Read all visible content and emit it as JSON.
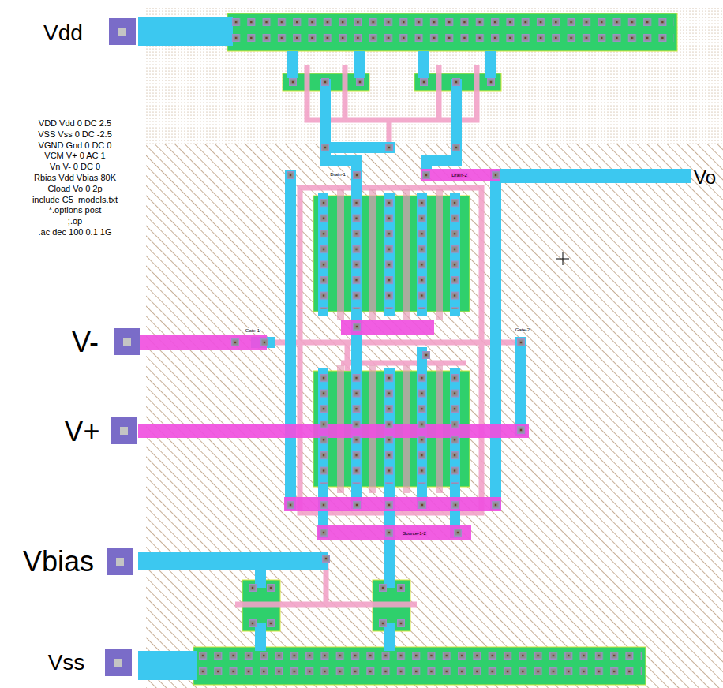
{
  "diagram": {
    "labels": [
      "Vdd",
      "VDD Vdd 0 DC 2.5",
      "VSS Vss 0 DC -2.5",
      "VGND Gnd 0 DC 0",
      "VCM V+ 0 AC 1",
      "Vn V- 0 DC 0",
      "Rbias Vdd Vbias 80K",
      "Cload Vo 0 2p",
      "include C5_models.txt",
      "*.options post",
      ";.op",
      ".ac dec 100 0.1 1G",
      "Drain-1",
      "Drain-2",
      "Vo",
      "Gate-1",
      "Gate-2",
      "V-",
      "V+",
      "Source-1-2",
      "Vbias",
      "Vss"
    ]
  }
}
